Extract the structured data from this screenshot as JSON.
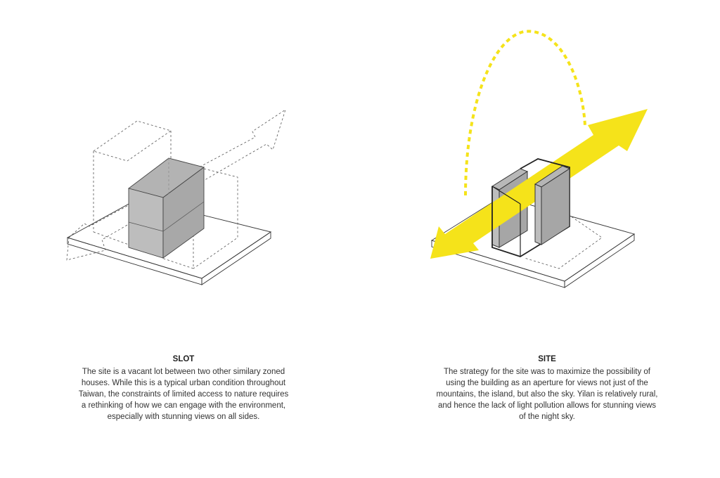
{
  "panels": [
    {
      "id": "slot",
      "title": "SLOT",
      "lines": [
        "The site is a vacant lot between two other similary zoned",
        "houses. While this is a typical urban condition throughout",
        "Taiwan, the constraints of limited access to nature requires",
        "a rethinking of how we can engage with the environment,",
        "especially with stunning views on all sides."
      ]
    },
    {
      "id": "site",
      "title": "SITE",
      "lines": [
        "The strategy for the site was to maximize the possibility of",
        "using the building as an aperture for views not just of the",
        "mountains, the island, but also the sky. Yilan is relatively rural,",
        "and hence the lack of light pollution allows for stunning views",
        "of the night sky."
      ]
    }
  ],
  "colors": {
    "view_arrow": "#f5e31a",
    "sky_arc": "#f5e31a",
    "mass_fill": "#bdbdbd",
    "mass_side": "#a9a9a9",
    "line": "#333333"
  }
}
